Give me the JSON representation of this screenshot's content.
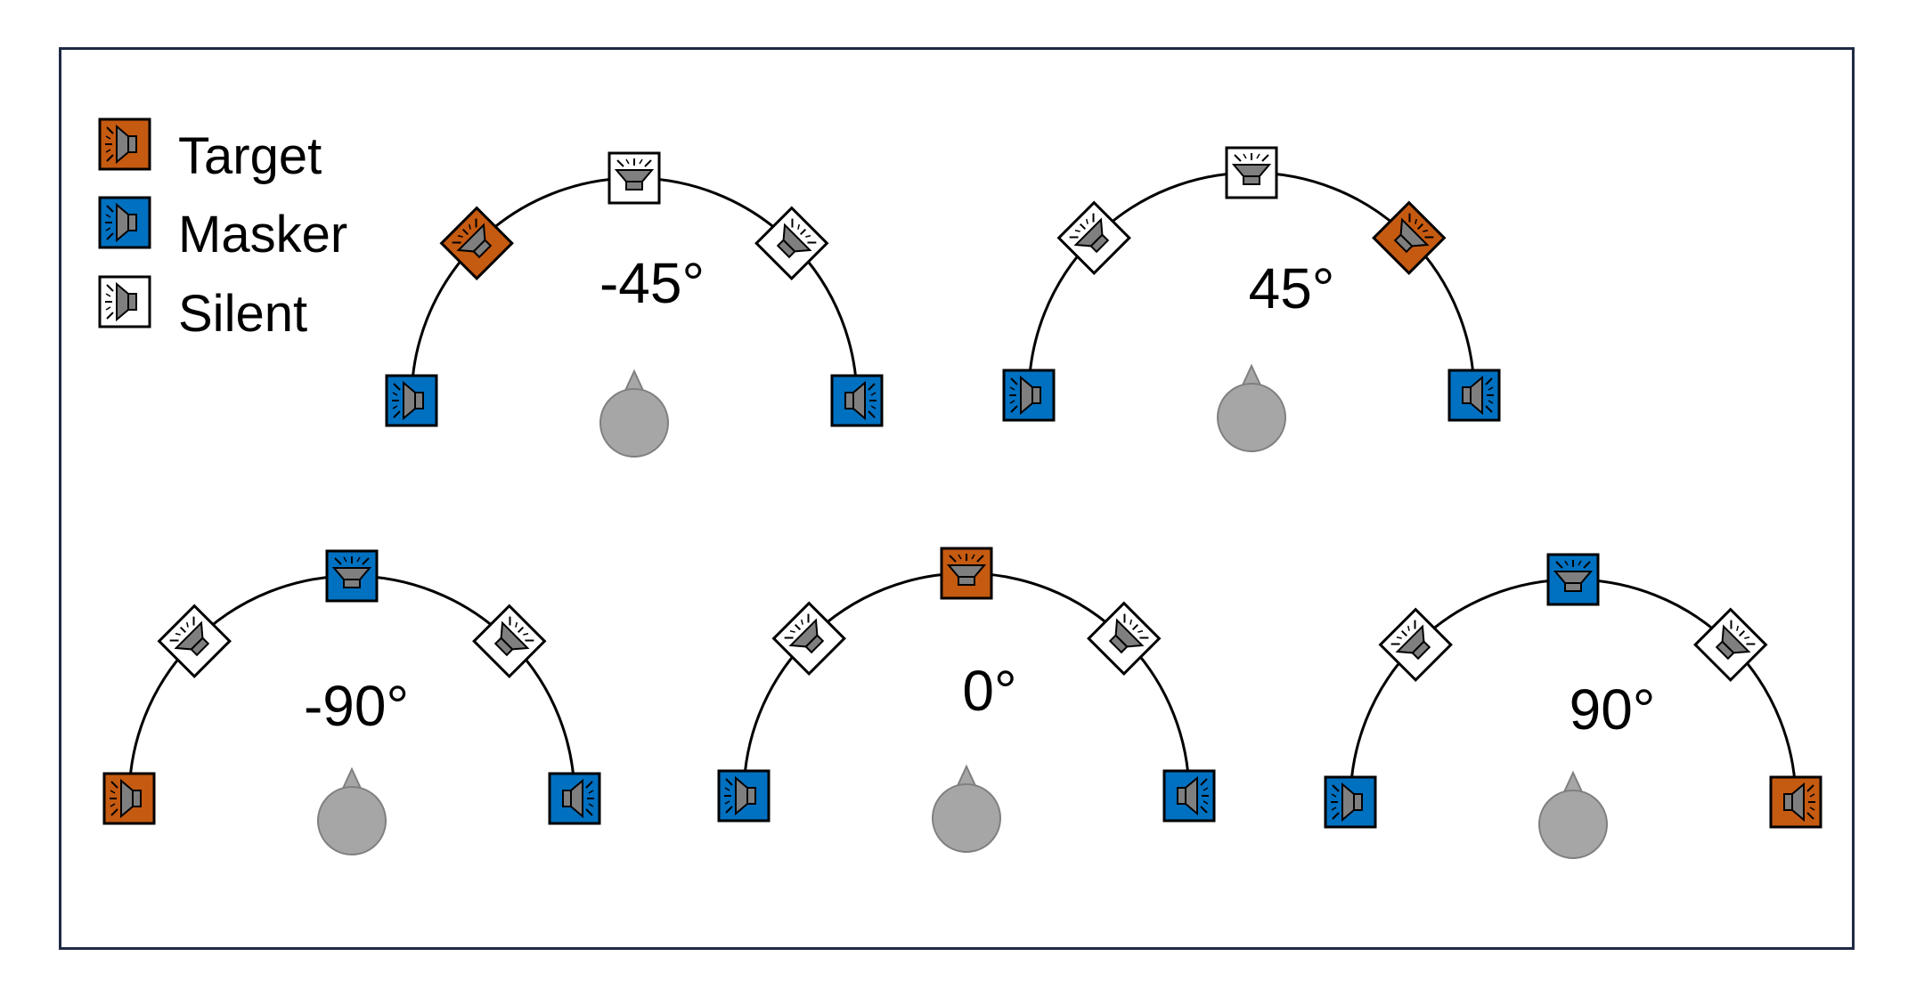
{
  "legend": {
    "items": [
      {
        "label": "Target",
        "role": "target"
      },
      {
        "label": "Masker",
        "role": "masker"
      },
      {
        "label": "Silent",
        "role": "silent"
      }
    ]
  },
  "colors": {
    "target": "#c55a11",
    "masker": "#0070c0",
    "silent": "#ffffff",
    "speaker_icon": "#7f7f7f",
    "listener_head": "#a6a6a6",
    "arc": "#000000"
  },
  "icons": {
    "speaker": "speaker-icon",
    "listener": "listener-head-icon"
  },
  "configurations": [
    {
      "label": "-45°",
      "speakers": [
        "masker",
        "target",
        "silent",
        "silent",
        "masker"
      ]
    },
    {
      "label": "45°",
      "speakers": [
        "masker",
        "silent",
        "silent",
        "target",
        "masker"
      ]
    },
    {
      "label": "-90°",
      "speakers": [
        "target",
        "silent",
        "masker",
        "silent",
        "masker"
      ]
    },
    {
      "label": "0°",
      "speakers": [
        "masker",
        "silent",
        "target",
        "silent",
        "masker"
      ]
    },
    {
      "label": "90°",
      "speakers": [
        "masker",
        "silent",
        "masker",
        "silent",
        "target"
      ]
    }
  ]
}
